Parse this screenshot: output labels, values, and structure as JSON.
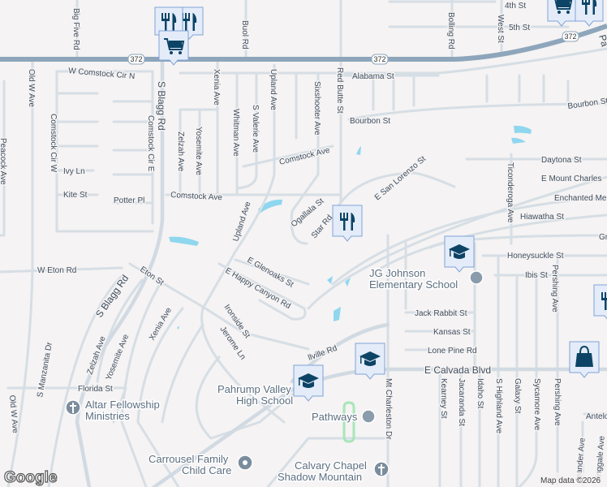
{
  "map": {
    "highway_shield": "372",
    "attribution": "Map data ©2026",
    "logo": "Google",
    "colors": {
      "background": "#f5f3f3",
      "road": "#d6dee5",
      "highway": "#8ea6bb",
      "water": "#8fd6ef",
      "marker": "#e4ecf9",
      "icon": "#0d4466"
    }
  },
  "streets": {
    "big_five": "Big Five Rd",
    "buol": "Buol Rd",
    "w_comstock_cir_n": "W Comstock Cir N",
    "old_w_1": "Old W Ave",
    "s_blagg_1": "S Blagg Rd",
    "xenia_1": "Xenia Ave",
    "upland_1": "Upland Ave",
    "comstock_cir_w": "Comstock Cir W",
    "comstock_cir_e": "Comstock Cir E",
    "zelzah_1": "Zelzah Ave",
    "yosemite_1": "Yosemite Ave",
    "whitman": "Whitman Ave",
    "s_valerie": "S Valerie Ave",
    "peacock": "Peacock Ave",
    "ivy": "Ivy Ln",
    "kite": "Kite St",
    "potter": "Potter Pl",
    "comstock_ave_1": "Comstock Ave",
    "comstock_ave_2": "Comstock Ave",
    "upland_2": "Upland Ave",
    "sixshooter": "Sixshooter Ave",
    "red_butte": "Red Butte St",
    "alabama": "Alabama St",
    "bourbon_1": "Bourbon St",
    "bourbon_2": "Bourbon St",
    "bolling": "Bolling Rd",
    "west": "West St",
    "fifth": "5th St",
    "fourth": "4th St",
    "pahrump": "Pa",
    "daytona": "Daytona St",
    "mount_charleston_e": "E Mount Charles",
    "enchanted": "Enchanted Me",
    "hiawatha": "Hiawatha St",
    "gr": "Gr",
    "ticonderoga": "Ticonderoga Ave",
    "san_lorenzo": "E San Lorenzo St",
    "ogallala": "Ogallala St",
    "star": "Star Rd",
    "honeysuckle": "Honeysuckle St",
    "ibis": "Ibis St",
    "pershing_1": "Pershing Ave",
    "jack_rabbit": "Jack Rabbit St",
    "kansas": "Kansas St",
    "lone_pine": "Lone Pine Rd",
    "calvada": "E Calvada Blvd",
    "villville": "llville Rd",
    "mt_charleston": "Mt Charleston Dr",
    "kearney": "Kearney St",
    "jacaranda": "Jacaranda St",
    "idaho": "Idaho St",
    "s_highland": "S Highland Ave",
    "galaxy": "Galaxy St",
    "sycamore": "Sycamore Ave",
    "pershing_2": "Pershing Ave",
    "antelo": "Antelo",
    "oleander": "leander Ave",
    "springgale": "ringgale Ave",
    "w_eton": "W Eton Rd",
    "eton": "Eton St",
    "s_blagg_2": "S Blagg Rd",
    "glenoaks": "E Glenoaks St",
    "happy_canyon": "E Happy Canyon Rd",
    "ironside": "Ironside St",
    "jerome": "Jerome Ln",
    "zelzah_2": "Zelzah Ave",
    "yosemite_2": "Yosemite Ave",
    "xenia_2": "Xenia Ave",
    "s_manzanita": "S Manzanita Dr",
    "old_w_2": "Old W Ave",
    "florida": "Florida St"
  },
  "places": {
    "jg_johnson": [
      "JG Johnson",
      "Elementary School"
    ],
    "altar": [
      "Altar Fellowship",
      "Ministries"
    ],
    "pahrump_hs": [
      "Pahrump Valley",
      "High School"
    ],
    "pathways": [
      "Pathways"
    ],
    "carrousel": [
      "Carrousel Family",
      "Child Care"
    ],
    "calvary": [
      "Calvary Chapel",
      "Shadow Mountain"
    ]
  },
  "markers": [
    {
      "type": "restaurant",
      "icon": "fork-knife-icon"
    },
    {
      "type": "restaurant",
      "icon": "fork-knife-icon"
    },
    {
      "type": "grocery",
      "icon": "shopping-cart-icon"
    },
    {
      "type": "grocery",
      "icon": "shopping-cart-icon"
    },
    {
      "type": "restaurant",
      "icon": "fork-knife-icon"
    },
    {
      "type": "restaurant",
      "icon": "fork-knife-icon"
    },
    {
      "type": "school",
      "icon": "graduation-cap-icon"
    },
    {
      "type": "school",
      "icon": "graduation-cap-icon"
    },
    {
      "type": "school",
      "icon": "graduation-cap-icon"
    },
    {
      "type": "shopping",
      "icon": "shopping-bag-icon"
    },
    {
      "type": "restaurant",
      "icon": "fork-knife-icon"
    }
  ]
}
